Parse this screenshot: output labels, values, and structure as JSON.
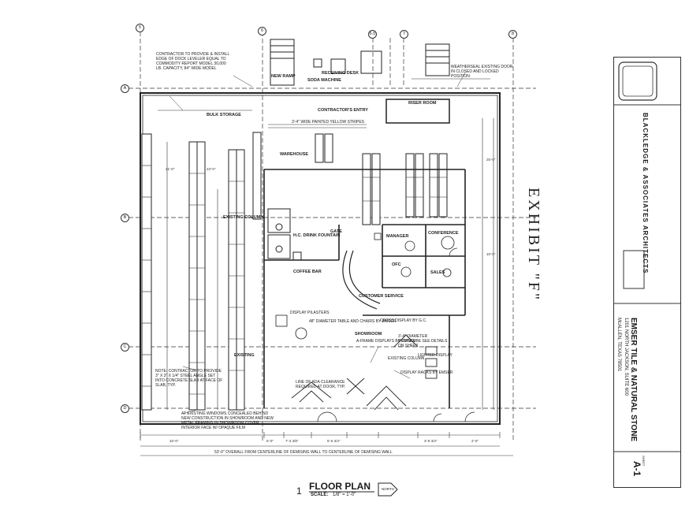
{
  "exhibit": "EXHIBIT \"F\"",
  "drawing": {
    "number": "1",
    "title": "FLOOR PLAN",
    "scale_label": "SCALE:",
    "scale_value": "1/8\" = 1'-0\"",
    "north_label": "NORTH"
  },
  "title_block": {
    "project_name": "EMSER TILE & NATURAL STONE",
    "address_line1": "1201 NORTH JACKSON, SUITE 600",
    "address_line2": "McALLEN, TEXAS 78501",
    "firm_name": "BLACKLEDGE & ASSOCIATES ARCHITECTS",
    "sheet_label": "SHEET",
    "sheet_number": "A-1"
  },
  "grid_tags": [
    "5",
    "6",
    "6.5",
    "7",
    "8",
    "A",
    "B",
    "C",
    "D"
  ],
  "room_labels": {
    "bulk_storage": "BULK STORAGE",
    "warehouse": "WAREHOUSE",
    "gate": "GATE",
    "manager": "MANAGER",
    "conference": "CONFERENCE",
    "ofc": "OFC",
    "sales": "SALES",
    "customer_service": "CUSTOMER SERVICE",
    "coffee_bar": "COFFEE BAR",
    "showroom": "SHOWROOM",
    "riser_room": "RISER ROOM",
    "receiving_desk": "RECEIVING DESK",
    "soda_machine": "SODA MACHINE",
    "new_ramp": "NEW RAMP",
    "contractors_entry": "CONTRACTOR'S ENTRY",
    "existing_column": "EXISTING COLUMN",
    "existing": "EXISTING",
    "water_fountain": "H.C. DRINK FOUNTAIN"
  },
  "notes": {
    "dock_leveler": "CONTRACTOR TO PROVIDE & INSTALL EDGE OF DOCK LEVELER EQUAL TO COMMODITY REPORT MODEL 30,000 LB. CAPACITY, 84\" WIDE MODEL",
    "yellow_stripes": "3'-4\" WIDE PAINTED YELLOW STRIPES",
    "weatherseal": "WEATHERSEAL EXISTING DOOR IN CLOSED AND LOCKED POSITION",
    "display_pillar": "DISPLAY PILASTERS",
    "table_chairs": "48\" DIAMETER TABLE AND CHAIRS BY EMSER",
    "cross_display_gc": "CROSS DISPLAY BY G.C.",
    "aframe": "A-FRAME DISPLAYS BY EMSER",
    "diameter_downtube": "3'-4\" DIAMETER DOWNTUBE SEE DETAILS ON SHEET",
    "display_racks": "DISPLAY RACKS BY EMSER",
    "ada_clearance": "LINE OF ADA CLEARANCE REQUIRED AT DOOR, TYP.",
    "lighted_display": "LIGHTED DISPLAY",
    "existing_column_note": "EXISTING COLUMN",
    "contractor_steel": "NOTE: CONTRACTOR TO PROVIDE 3\" X 3\" X 1/4\" STEEL ANGLE SET INTO CONCRETE SLAB AT FACE OF SLAB, TYP.",
    "existing_windows": "AT EXISTING WINDOWS CONCEALED BEHIND NEW CONSTRUCTION IN SHOWROOM AND NEW METAL FRAMING IN SHOWROOM COVER INTERIOR FACE W/ OPAQUE FILM",
    "overall_dim": "53'-0\" OVERALL FROM CENTERLINE OF DEMISING WALL TO CENTERLINE OF DEMISING WALL"
  },
  "dimensions": [
    "21'-0\"",
    "23'-0\"",
    "25'-0\"",
    "10'-0\"",
    "6'-0\"",
    "5'-6 3/4\"",
    "7'-3 3/8\"",
    "3'-8 3/4\"",
    "2'-0\"",
    "32'-0\""
  ]
}
